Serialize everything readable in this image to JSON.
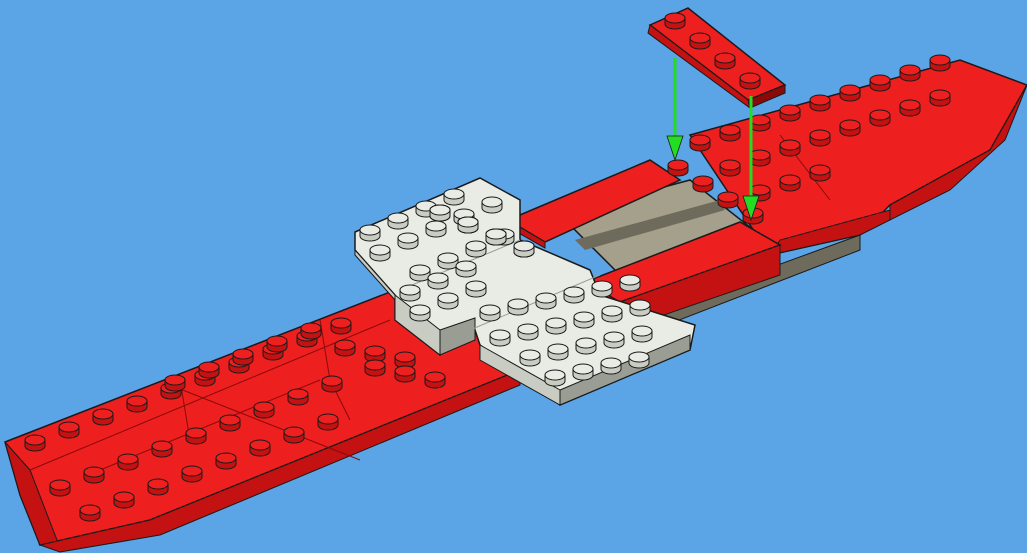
{
  "scene": {
    "background_color": "#5ba4e6",
    "colors": {
      "red_top": "#ee1f1f",
      "red_side": "#c41111",
      "red_dark": "#8a0a0a",
      "white_top": "#e9ece4",
      "white_side": "#c9ccc2",
      "white_dark": "#9a9d93",
      "tan_top": "#a5a08b",
      "tan_dark": "#6f6b5c",
      "outline": "#1a1a1a",
      "arrow": "#22dd22"
    },
    "parts": [
      {
        "name": "red-hull-plate",
        "color": "red"
      },
      {
        "name": "red-wedge-nose",
        "color": "red"
      },
      {
        "name": "white-wing-plate",
        "color": "white"
      },
      {
        "name": "tan-tile-inset",
        "color": "tan"
      },
      {
        "name": "red-plate-1x4-new",
        "color": "red"
      }
    ],
    "arrows": [
      {
        "name": "insert-arrow-left",
        "icon": "down-arrow-icon"
      },
      {
        "name": "insert-arrow-right",
        "icon": "down-arrow-icon"
      }
    ]
  }
}
